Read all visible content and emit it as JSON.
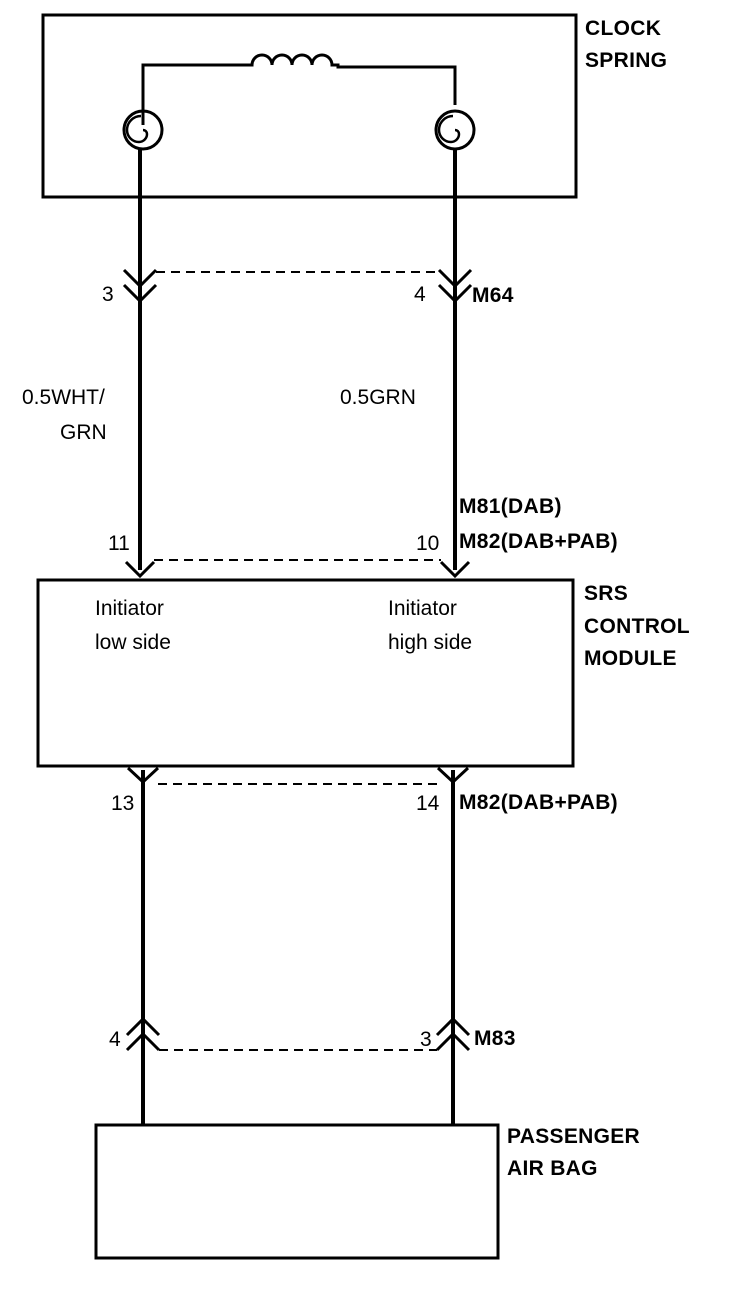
{
  "components": {
    "clock_spring": {
      "line1": "CLOCK",
      "line2": "SPRING"
    },
    "srs_module": {
      "line1": "SRS",
      "line2": "CONTROL",
      "line3": "MODULE"
    },
    "passenger_airbag": {
      "line1": "PASSENGER",
      "line2": "AIR BAG"
    }
  },
  "connectors": {
    "m64": {
      "name": "M64",
      "pin_left": "3",
      "pin_right": "4"
    },
    "m81_m82_top": {
      "name1": "M81(DAB)",
      "name2": "M82(DAB+PAB)",
      "pin_left": "11",
      "pin_right": "10"
    },
    "m82_bottom": {
      "name": "M82(DAB+PAB)",
      "pin_left": "13",
      "pin_right": "14"
    },
    "m83": {
      "name": "M83",
      "pin_left": "4",
      "pin_right": "3"
    }
  },
  "wires": {
    "left": {
      "line1": "0.5WHT/",
      "line2": "GRN"
    },
    "right": {
      "line1": "0.5GRN"
    }
  },
  "module_inputs": {
    "low_side": {
      "line1": "Initiator",
      "line2": "low side"
    },
    "high_side": {
      "line1": "Initiator",
      "line2": "high side"
    }
  }
}
